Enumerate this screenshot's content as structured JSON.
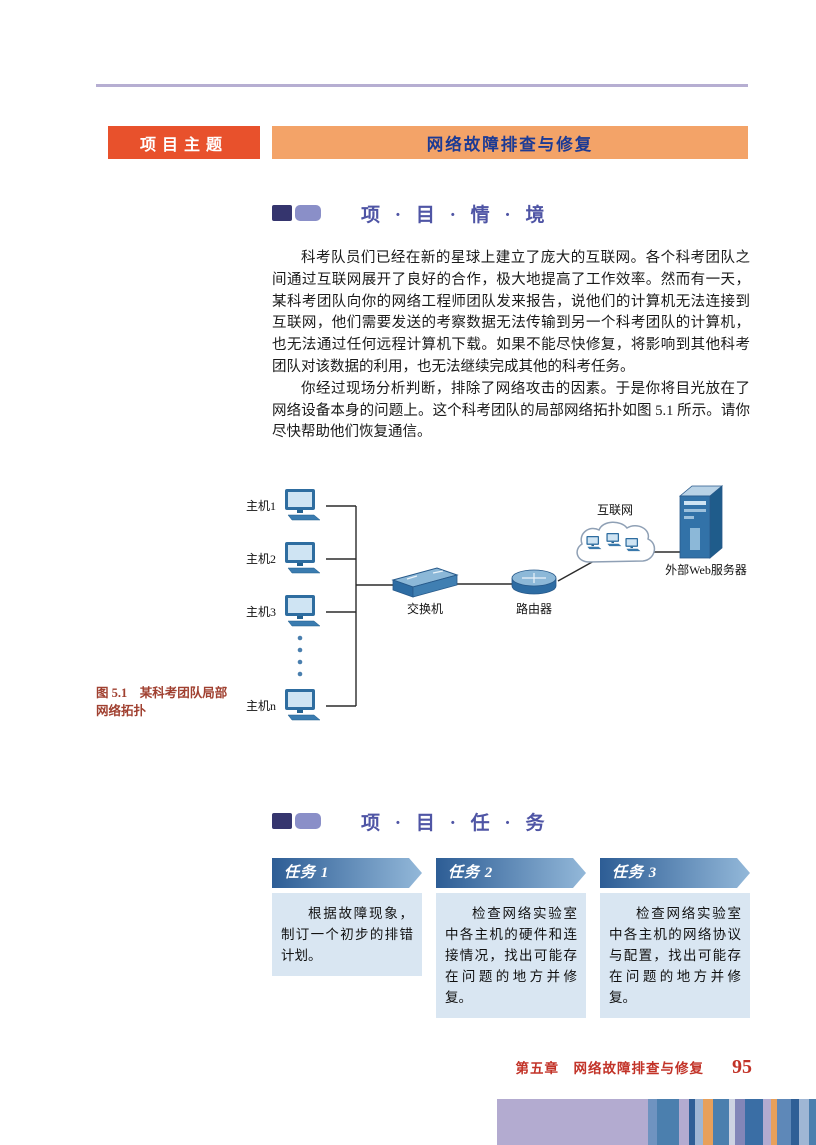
{
  "header": {
    "project_theme_label": "项目主题",
    "banner_title": "网络故障排查与修复"
  },
  "situation": {
    "title": "项 · 目 · 情 · 境",
    "paragraphs": [
      "科考队员们已经在新的星球上建立了庞大的互联网。各个科考团队之间通过互联网展开了良好的合作，极大地提高了工作效率。然而有一天，某科考团队向你的网络工程师团队发来报告，说他们的计算机无法连接到互联网，他们需要发送的考察数据无法传输到另一个科考团队的计算机，也无法通过任何远程计算机下载。如果不能尽快修复，将影响到其他科考团队对该数据的利用，也无法继续完成其他的科考任务。",
      "你经过现场分析判断，排除了网络攻击的因素。于是你将目光放在了网络设备本身的问题上。这个科考团队的局部网络拓扑如图 5.1 所示。请你尽快帮助他们恢复通信。"
    ]
  },
  "diagram": {
    "caption": {
      "line1": "图 5.1　某科考团队局部",
      "line2": "网络拓扑"
    },
    "hosts": [
      "主机1",
      "主机2",
      "主机3",
      "主机n"
    ],
    "switch_label": "交换机",
    "router_label": "路由器",
    "internet_label": "互联网",
    "server_label": "外部Web服务器"
  },
  "tasks": {
    "title": "项 · 目 · 任 · 务",
    "items": [
      {
        "label": "任务 1",
        "text": "根据故障现象，制订一个初步的排错计划。"
      },
      {
        "label": "任务 2",
        "text": "检查网络实验室中各主机的硬件和连接情况，找出可能存在问题的地方并修复。"
      },
      {
        "label": "任务 3",
        "text": "检查网络实验室中各主机的网络协议与配置，找出可能存在问题的地方并修复。"
      }
    ]
  },
  "footer": {
    "chapter": "第五章　网络故障排查与修复",
    "page_number": "95"
  },
  "colors": {
    "theme_button_bg": "#e8512c",
    "banner_bg": "#f3a368",
    "banner_text": "#1c3a94",
    "section_title": "#4f55a5",
    "task_header_gradient_start": "#2d5d95",
    "task_header_gradient_end": "#93b8d9",
    "task_body_bg": "#d9e6f2",
    "footer_text": "#c23328",
    "caption_text": "#a04030",
    "top_rule": "#b6aed2",
    "device_blue": "#2d6ca3"
  },
  "decoration": {
    "lavender_block_color": "#b3abd0",
    "stripes": [
      {
        "color": "#6f93c0",
        "width": 9
      },
      {
        "color": "#4b7fae",
        "width": 22
      },
      {
        "color": "#b3abd0",
        "width": 10
      },
      {
        "color": "#2f5f96",
        "width": 6
      },
      {
        "color": "#9fb6d4",
        "width": 8
      },
      {
        "color": "#e8a05a",
        "width": 10
      },
      {
        "color": "#4b7fae",
        "width": 16
      },
      {
        "color": "#cdd3e2",
        "width": 6
      },
      {
        "color": "#8286b8",
        "width": 10
      },
      {
        "color": "#3a6ea5",
        "width": 18
      },
      {
        "color": "#b3abd0",
        "width": 8
      },
      {
        "color": "#e8a05a",
        "width": 6
      },
      {
        "color": "#5e88b8",
        "width": 14
      },
      {
        "color": "#2f5f96",
        "width": 8
      },
      {
        "color": "#9fb6d4",
        "width": 10
      },
      {
        "color": "#4b7fae",
        "width": 7
      }
    ]
  }
}
